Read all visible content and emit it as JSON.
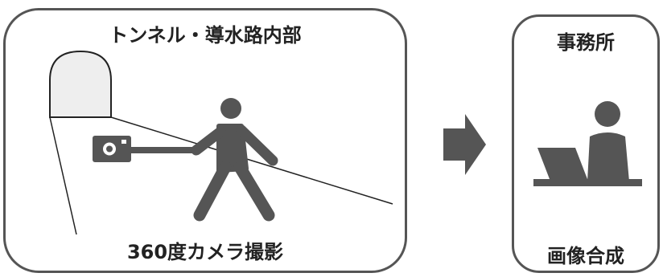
{
  "left_panel": {
    "title": "トンネル・導水路内部",
    "caption": "360度カメラ撮影"
  },
  "right_panel": {
    "title": "事務所",
    "caption": "画像合成"
  },
  "icons": {
    "tunnel": "tunnel-icon",
    "camera": "camera-icon",
    "walker": "walking-person-icon",
    "arrow": "right-arrow-icon",
    "office_worker": "person-at-laptop-icon"
  },
  "colors": {
    "border": "#555555",
    "figure": "#555555",
    "tunnel_fill": "#eeeeee",
    "text": "#222222"
  }
}
